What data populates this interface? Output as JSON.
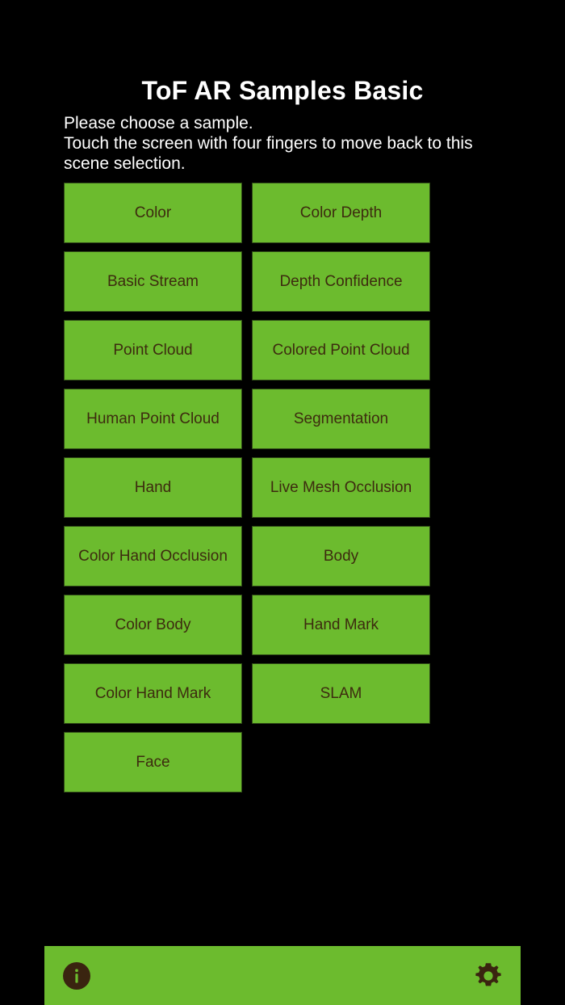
{
  "app": {
    "title": "ToF AR Samples Basic",
    "background_color": "#000000",
    "accent_color": "#6cbb2e",
    "text_on_accent_color": "#3d2b0f"
  },
  "instructions": {
    "line1": "Please choose a sample.",
    "line2": "Touch the screen with four fingers to move back to this scene selection."
  },
  "samples": [
    {
      "label": "Color"
    },
    {
      "label": "Color Depth"
    },
    {
      "label": "Basic Stream"
    },
    {
      "label": "Depth Confidence"
    },
    {
      "label": "Point Cloud"
    },
    {
      "label": "Colored Point Cloud"
    },
    {
      "label": "Human Point Cloud"
    },
    {
      "label": "Segmentation"
    },
    {
      "label": "Hand"
    },
    {
      "label": "Live Mesh Occlusion"
    },
    {
      "label": "Color Hand Occlusion"
    },
    {
      "label": "Body"
    },
    {
      "label": "Color Body"
    },
    {
      "label": "Hand Mark"
    },
    {
      "label": "Color Hand Mark"
    },
    {
      "label": "SLAM"
    },
    {
      "label": "Face"
    }
  ],
  "bottom_bar": {
    "info_icon": "info-icon",
    "settings_icon": "gear-icon",
    "icon_color": "#3a2410"
  }
}
